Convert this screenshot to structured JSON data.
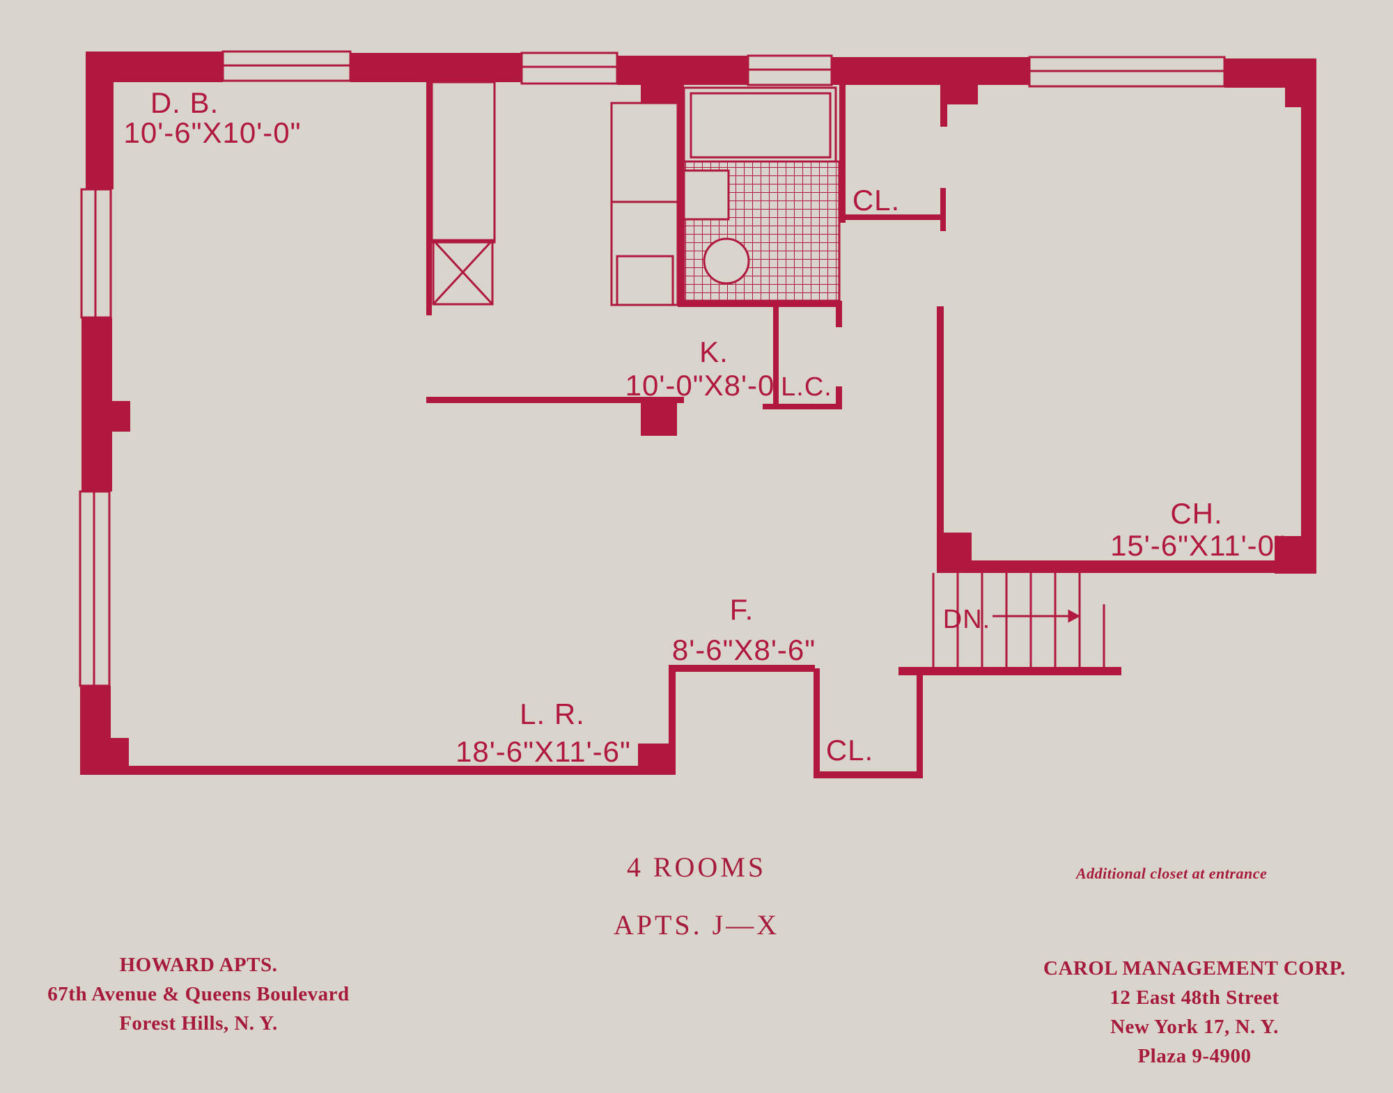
{
  "plan": {
    "rooms": {
      "dining_bay": {
        "name": "D. B.",
        "size": "10'-6\"X10'-0\""
      },
      "kitchen": {
        "name": "K.",
        "size": "10'-0\"X8'-0"
      },
      "linen_closet": {
        "name": "L.C."
      },
      "closet_top": {
        "name": "CL."
      },
      "chamber": {
        "name": "CH.",
        "size": "15'-6\"X11'-0\""
      },
      "foyer": {
        "name": "F.",
        "size": "8'-6\"X8'-6\""
      },
      "living_room": {
        "name": "L. R.",
        "size": "18'-6\"X11'-6\""
      },
      "closet_bottom": {
        "name": "CL."
      },
      "stairs": {
        "name": "DN."
      }
    },
    "color": "#b0183f"
  },
  "heading": {
    "rooms": "4  ROOMS",
    "apts": "APTS.  J—X"
  },
  "note": "Additional closet at entrance",
  "building": {
    "name": "HOWARD APTS.",
    "address": "67th Avenue & Queens Boulevard",
    "city": "Forest Hills, N. Y."
  },
  "management": {
    "name": "CAROL MANAGEMENT CORP.",
    "street": "12 East 48th Street",
    "city": "New York 17, N. Y.",
    "phone": "Plaza 9-4900"
  }
}
